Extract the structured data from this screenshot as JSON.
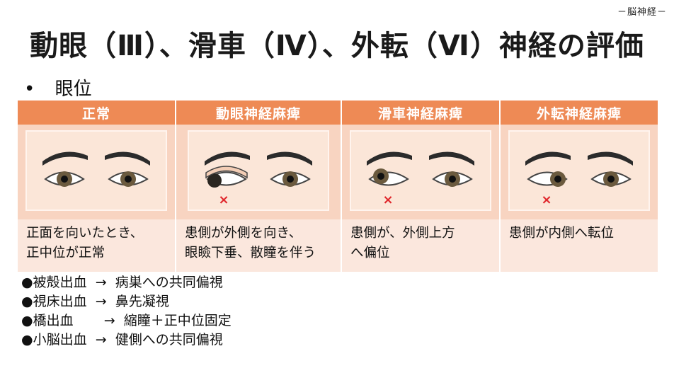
{
  "header": {
    "tag": "－脳神経－",
    "title": "動眼（Ⅲ）、滑車（Ⅳ）、外転（Ⅵ）神経の評価",
    "subtitle": "眼位",
    "bullet": "•"
  },
  "table": {
    "columns": [
      {
        "label": "正常",
        "description": "正面を向いたとき、\n正中位が正常"
      },
      {
        "label": "動眼神経麻痺",
        "description": "患側が外側を向き、\n眼瞼下垂、散瞳を伴う"
      },
      {
        "label": "滑車神経麻痺",
        "description": "患側が、外側上方\nへ偏位"
      },
      {
        "label": "外転神経麻痺",
        "description": "患側が内側へ転位"
      }
    ],
    "marker": "×"
  },
  "notes": [
    {
      "bullet": "●",
      "site": "被殻出血",
      "arrow": "→",
      "finding": "病巣への共同偏視"
    },
    {
      "bullet": "●",
      "site": "視床出血",
      "arrow": "→",
      "finding": "鼻先凝視"
    },
    {
      "bullet": "●",
      "site": "橋出血　",
      "arrow": "→",
      "finding": "縮瞳＋正中位固定"
    },
    {
      "bullet": "●",
      "site": "小脳出血",
      "arrow": "→",
      "finding": "健側への共同偏視"
    }
  ],
  "colors": {
    "header_bg": "#ee8a55",
    "picture_bg": "#f8d4c1",
    "description_bg": "#fbe7dd",
    "marker": "#e0262b",
    "iris": "#6b5a3e"
  }
}
